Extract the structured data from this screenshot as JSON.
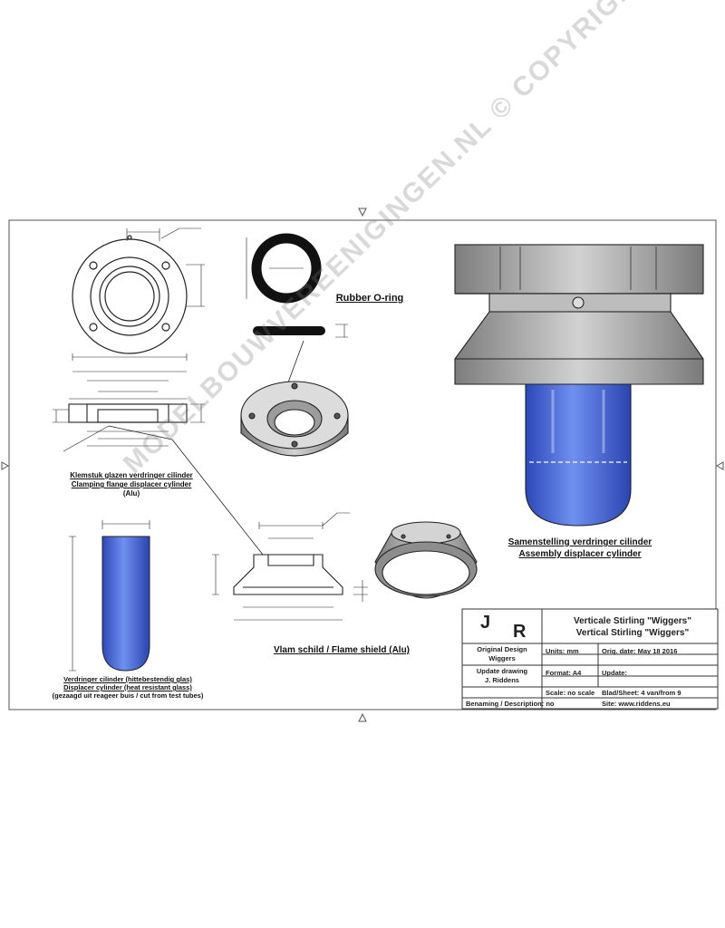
{
  "colors": {
    "glass_blue": "#3f63d6",
    "metal_grey": "#9a9a9a",
    "line": "#222222",
    "frame": "#555555"
  },
  "captions": {
    "rubber_oring": "Rubber O-ring",
    "clamp_line1": "Klemstuk glazen verdringer cilinder",
    "clamp_line2": "Clamping flange displacer cylinder",
    "clamp_line3": "(Alu)",
    "displacer_line1": "Verdringer cilinder (hittebestendig glas)",
    "displacer_line2": "Displacer cylinder (heat resistant glass)",
    "displacer_line3": "(gezaagd uit reageer buis / cut from test tubes)",
    "flame_shield": "Vlam schild / Flame shield (Alu)",
    "assembly_line1": "Samenstelling verdringer cilinder",
    "assembly_line2": "Assembly displacer cylinder"
  },
  "watermark": "MODELBOUWVEREENIGINGEN.NL © COPYRIGHT",
  "title_block": {
    "logo_j": "J",
    "logo_r": "R",
    "title_nl": "Verticale Stirling \"Wiggers\"",
    "title_en": "Vertical Stirling \"Wiggers\"",
    "original_design_label": "Original Design",
    "original_design_value": "Wiggers",
    "update_drawing_label": "Update drawing",
    "update_drawing_value": "J. Riddens",
    "units": "Units: mm",
    "orig_date": "Orig. date: May 18 2016",
    "format": "Format: A4",
    "update": "Update:",
    "scale": "Scale: no scale",
    "sheet": "Blad/Sheet: 4 van/from 9",
    "description": "Benaming / Description: no",
    "website": "Site: www.riddens.eu"
  }
}
